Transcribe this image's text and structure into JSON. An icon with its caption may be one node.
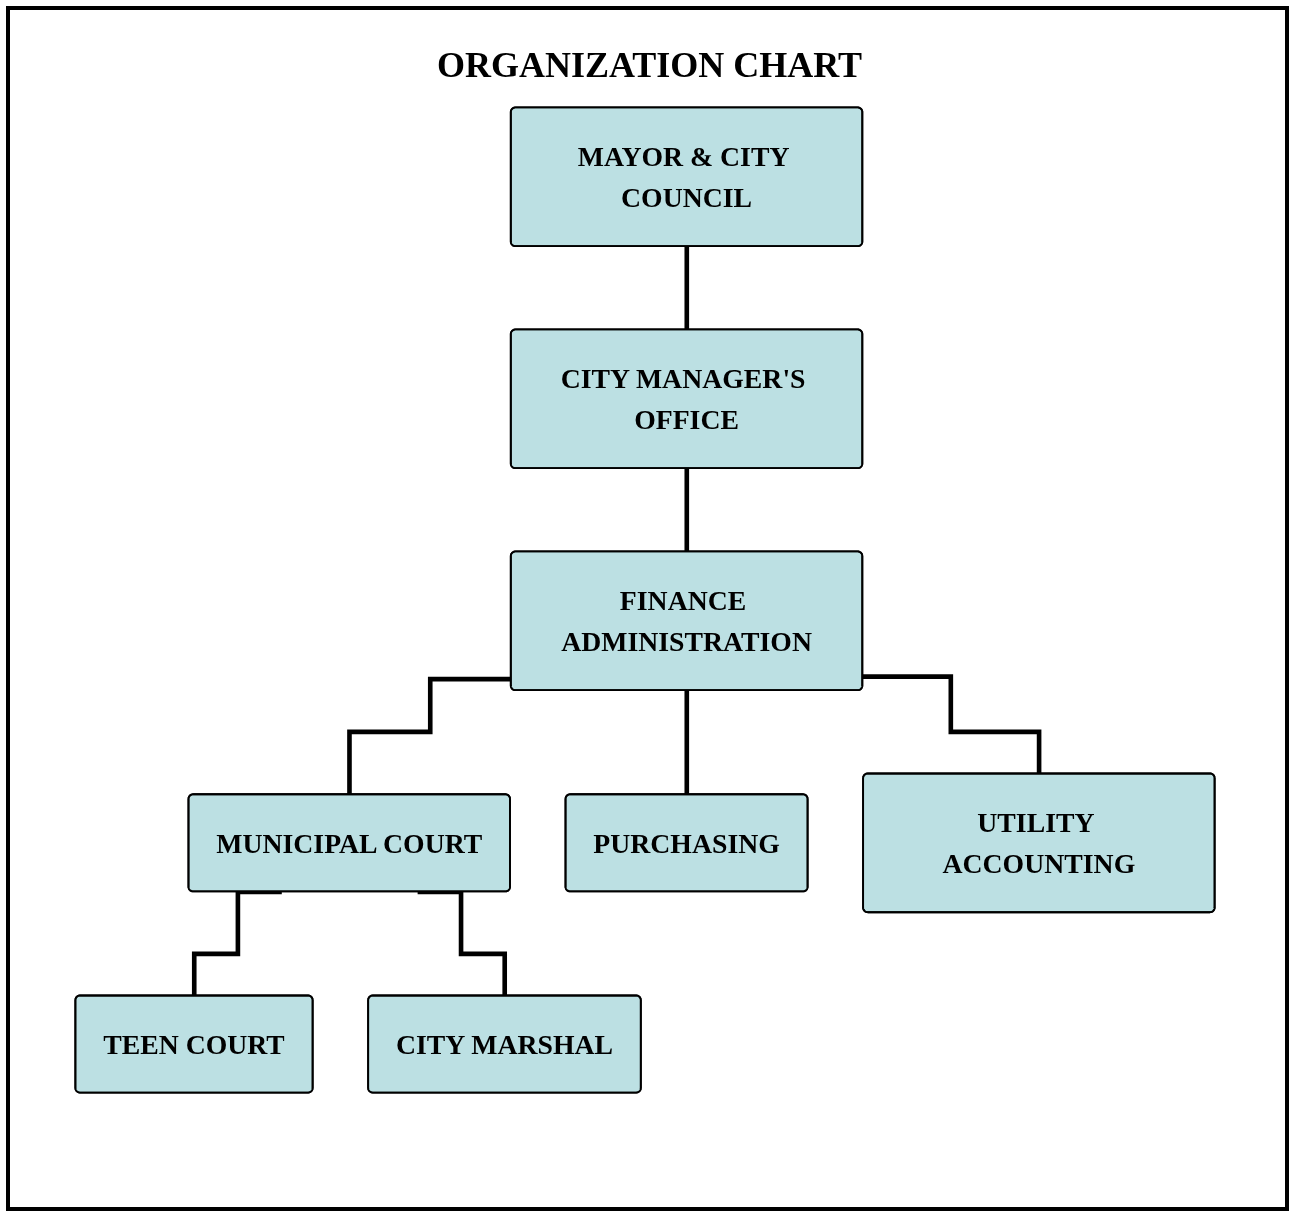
{
  "diagram": {
    "title": "ORGANIZATION CHART",
    "nodes": [
      {
        "text": [
          "MAYOR & CITY COUNCIL"
        ]
      },
      {
        "text": [
          "CITY MANAGER'S OFFICE"
        ]
      },
      {
        "text": [
          "FINANCE ADMINISTRATION"
        ]
      },
      {
        "text": [
          "MUNICIPAL COURT"
        ]
      },
      {
        "text": [
          "PURCHASING"
        ]
      },
      {
        "text": [
          "UTILITY ACCOUNTING"
        ]
      },
      {
        "text": [
          "TEEN COURT"
        ]
      },
      {
        "text": [
          "CITY MARSHAL"
        ]
      }
    ],
    "edges": [
      {
        "from": 0,
        "to": 1,
        "arrow": "none"
      },
      {
        "from": 1,
        "to": 2,
        "arrow": "none"
      },
      {
        "from": 2,
        "to": 3,
        "arrow": "none"
      },
      {
        "from": 2,
        "to": 4,
        "arrow": "none"
      },
      {
        "from": 2,
        "to": 5,
        "arrow": "none"
      },
      {
        "from": 3,
        "to": 6,
        "arrow": "none"
      },
      {
        "from": 3,
        "to": 7,
        "arrow": "none"
      }
    ]
  }
}
